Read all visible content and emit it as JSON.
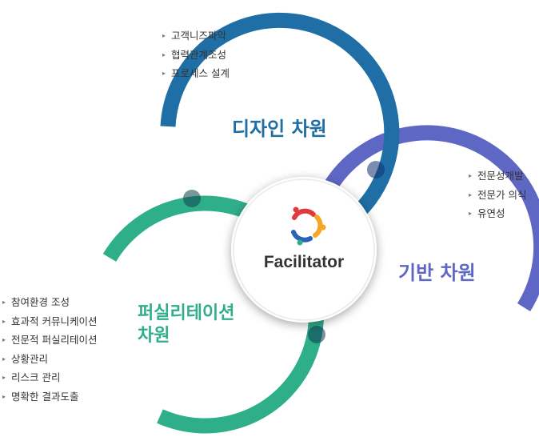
{
  "center": {
    "label": "Facilitator"
  },
  "groups": [
    {
      "id": "design",
      "title_lines": [
        "디자인 차원"
      ],
      "color": "#1f6fa6",
      "items": [
        "고객니즈파악",
        "협력관계조성",
        "프로세스 설계"
      ]
    },
    {
      "id": "base",
      "title_lines": [
        "기반 차원"
      ],
      "color": "#5f67c4",
      "items": [
        "전문성개발",
        "전문가 의식",
        "유연성"
      ]
    },
    {
      "id": "facilitation",
      "title_lines": [
        "퍼실리테이션",
        "차원"
      ],
      "color": "#2fae8a",
      "items": [
        "참여환경 조성",
        "효과적 커뮤니케이션",
        "전문적 퍼실리테이션",
        "상황관리",
        "리스크 관리",
        "명확한 결과도출"
      ]
    }
  ],
  "logo_colors": [
    "#e03a3e",
    "#f5a623",
    "#2a62b5",
    "#2fae8a"
  ]
}
